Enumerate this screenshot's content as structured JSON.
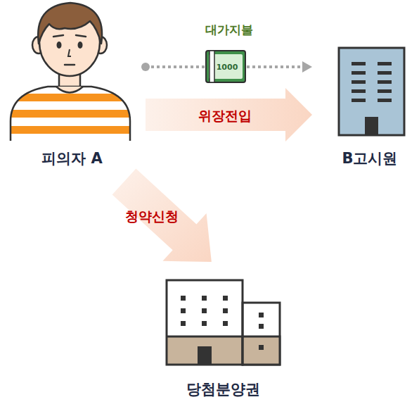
{
  "diagram": {
    "nodes": [
      {
        "text": [
          "피의자 A"
        ]
      },
      {
        "text": [
          "B고시원"
        ]
      },
      {
        "text": [
          "당첨분양권"
        ]
      }
    ],
    "edges": [
      {
        "from": 0,
        "to": 1,
        "arrow": "to",
        "label": "대가지불"
      },
      {
        "from": 0,
        "to": 1,
        "arrow": "to",
        "label": "위장전입"
      },
      {
        "from": 0,
        "to": 2,
        "arrow": "to",
        "label": "청약신청"
      }
    ],
    "labels": [
      "1000"
    ]
  }
}
